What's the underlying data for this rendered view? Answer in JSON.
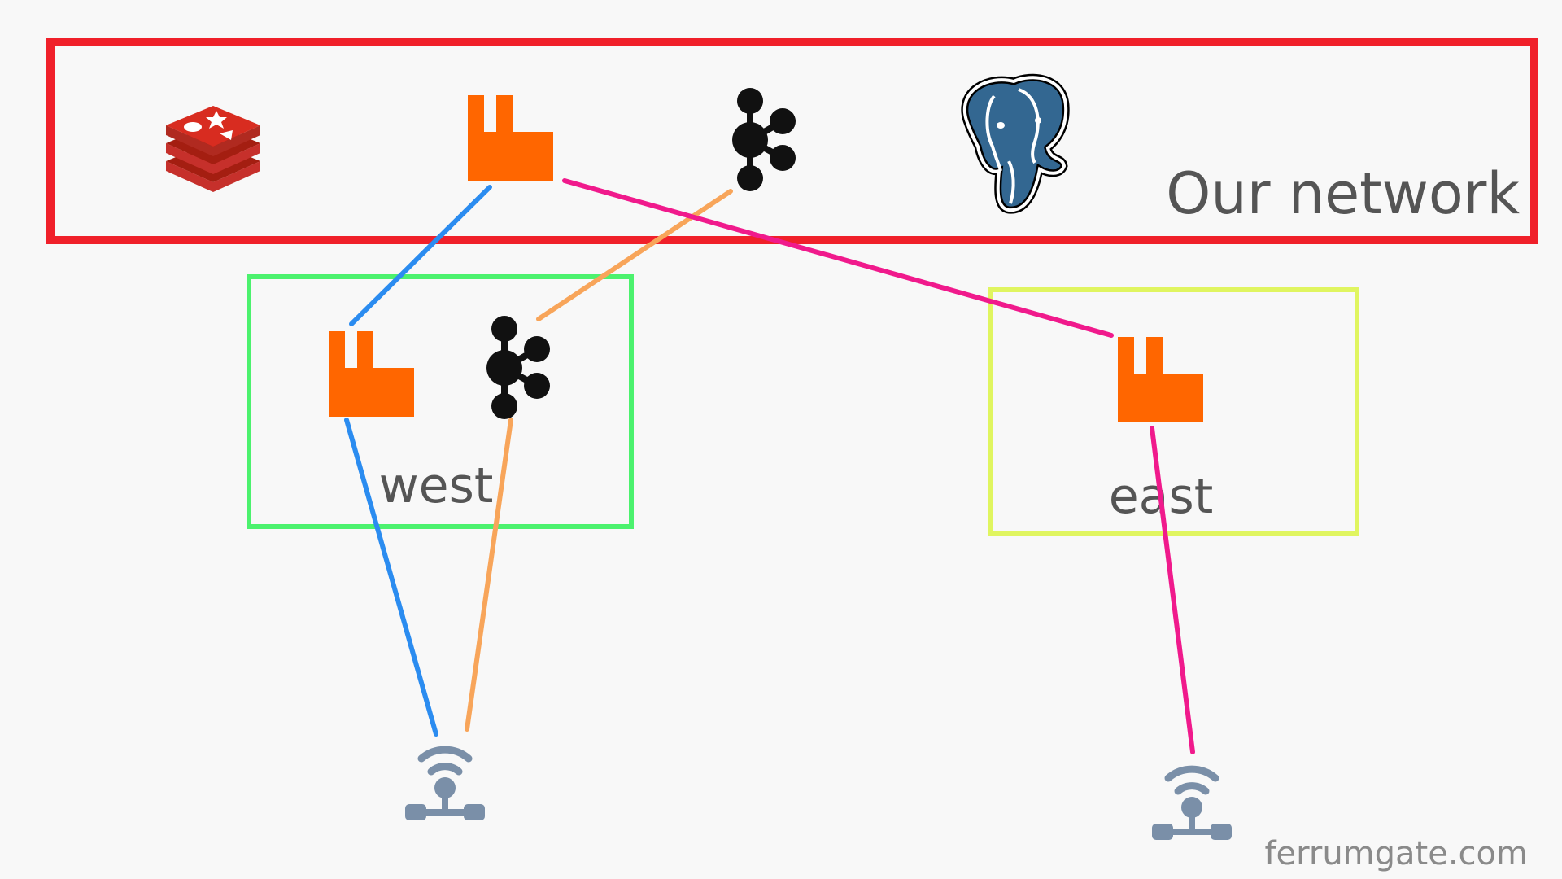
{
  "network": {
    "label": "Our network",
    "border_color": "#f0202a",
    "services": [
      {
        "name": "redis-icon"
      },
      {
        "name": "rabbitmq-icon"
      },
      {
        "name": "kafka-icon"
      },
      {
        "name": "postgresql-icon"
      }
    ]
  },
  "gateways": [
    {
      "label": "west",
      "border_color": "#4cf26e",
      "services": [
        "rabbitmq-icon",
        "kafka-icon"
      ]
    },
    {
      "label": "east",
      "border_color": "#e0f560",
      "services": [
        "rabbitmq-icon"
      ]
    }
  ],
  "clients": [
    {
      "name": "network-client-icon",
      "connects_to": "west"
    },
    {
      "name": "network-client-icon",
      "connects_to": "east"
    }
  ],
  "links": [
    {
      "from": "network.rabbitmq",
      "to": "west.rabbitmq",
      "color": "#2b8cf0"
    },
    {
      "from": "network.kafka",
      "to": "west.kafka",
      "color": "#f8a55a"
    },
    {
      "from": "network.rabbitmq",
      "to": "east.rabbitmq",
      "color": "#f01a8c"
    },
    {
      "from": "west.rabbitmq",
      "to": "client-west",
      "color": "#2b8cf0"
    },
    {
      "from": "west.kafka",
      "to": "client-west",
      "color": "#f8a55a"
    },
    {
      "from": "east.rabbitmq",
      "to": "client-east",
      "color": "#f01a8c"
    }
  ],
  "colors": {
    "rabbitmq": "#ff6600",
    "redis": "#c6302b",
    "kafka": "#111111",
    "postgres": "#336791",
    "client": "#7a8fa8",
    "text": "#555555",
    "watermark": "#8a8a8a"
  },
  "watermark": "ferrumgate.com"
}
